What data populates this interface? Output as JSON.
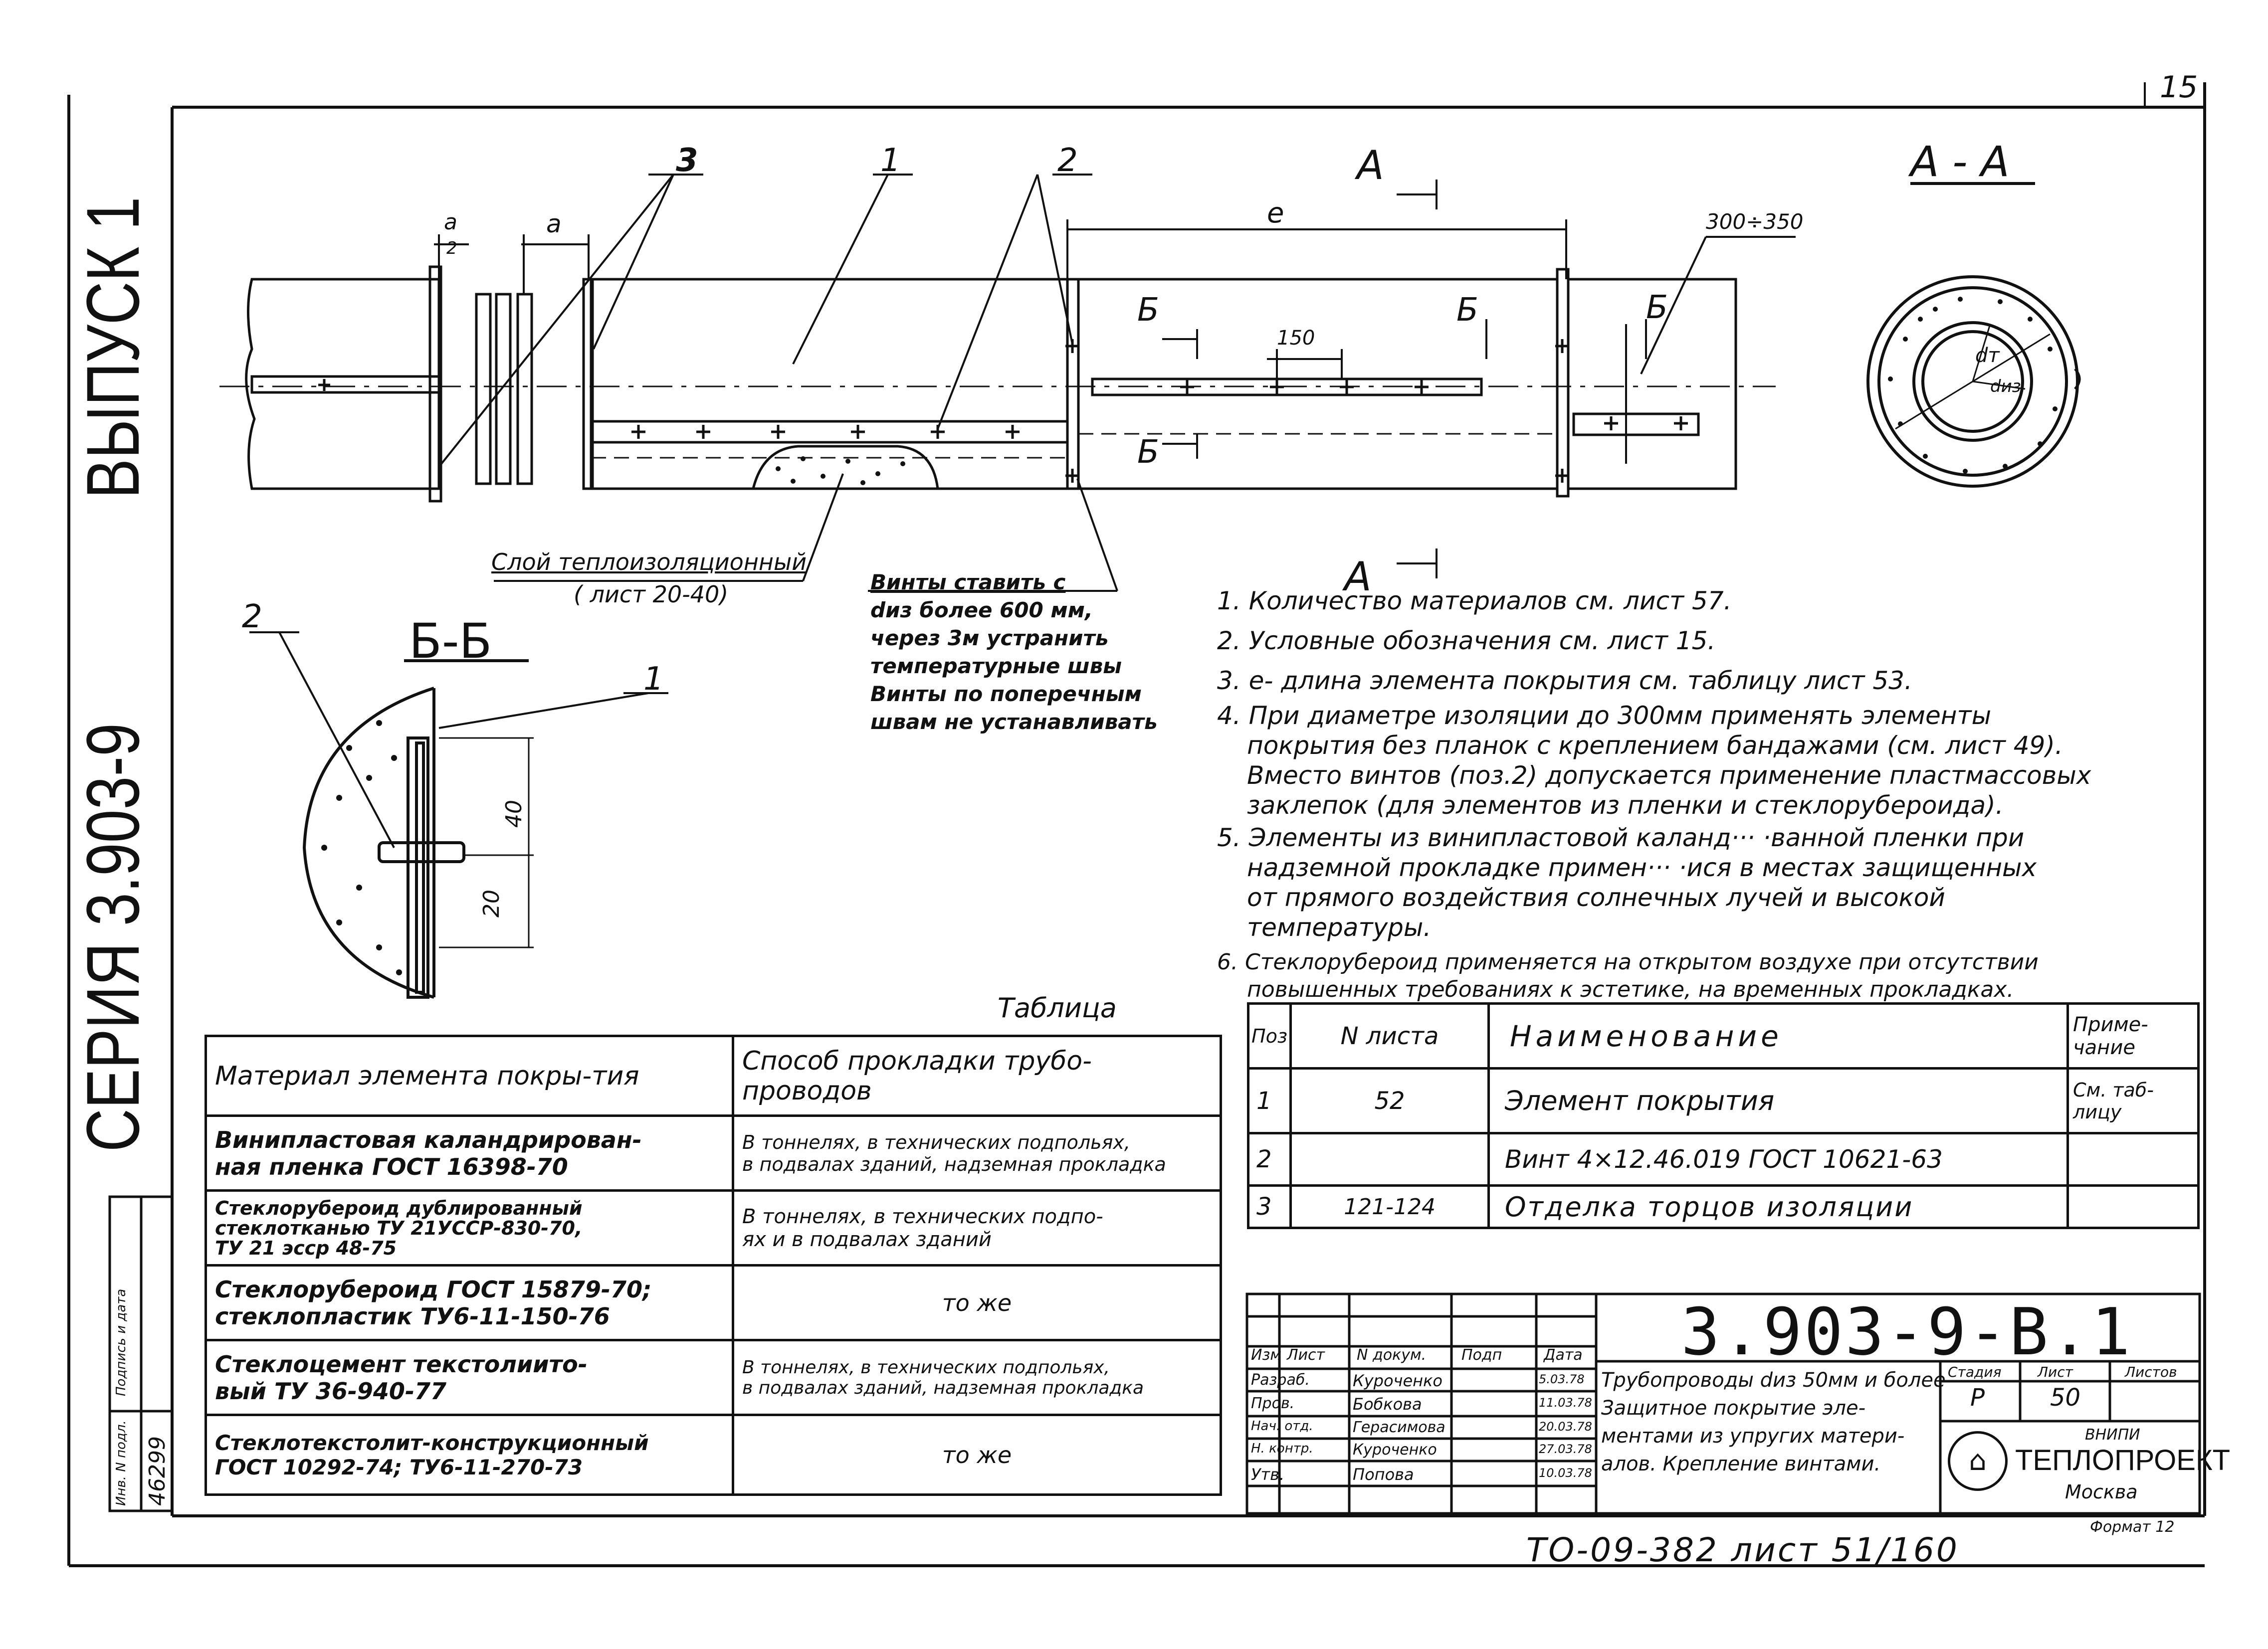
{
  "page": {
    "top_number": "15",
    "format_label": "Формат 12",
    "sheet_ref": "ТО-09-382 лист 51/160"
  },
  "series_vertical": {
    "vypusk": "ВЫПУСК 1",
    "seriya": "СЕРИЯ 3.903-9"
  },
  "left_stamp": {
    "labels": [
      "Инв. N подл.",
      "Подпись и дата"
    ],
    "inv_number": "46299"
  },
  "drawing": {
    "labels": {
      "pos1": "1",
      "pos2": "2",
      "pos3": "3",
      "dim_a_half": "a",
      "dim_a_half_den": "2",
      "dim_a": "a",
      "dim_e": "e",
      "section_a_top": "A",
      "section_a_bottom": "A",
      "section_aa": "A - A",
      "section_b1": "Б",
      "section_b2": "Б",
      "section_b3": "Б",
      "section_b4": "Б",
      "dim_150": "150",
      "dim_300_350": "300÷350",
      "dt": "dт",
      "diz": "dиз",
      "bb_title": "Б-Б",
      "bb_pos2": "2",
      "bb_pos1": "1",
      "bb_dim40": "40",
      "bb_dim20": "20"
    },
    "callout_insulation": {
      "line1": "Слой теплоизоляционный",
      "line2": "( лист 20-40)"
    },
    "callout_screws": [
      "Винты ставить с",
      "dиз более 600 мм,",
      "через 3м устранить",
      "температурные швы",
      "Винты по поперечным",
      "швам не устанавливать"
    ]
  },
  "notes": [
    "1. Количество материалов см. лист 57.",
    "2. Условные обозначения см. лист 15.",
    "3. e- длина элемента покрытия см. таблицу лист 53.",
    "4. При диаметре изоляции до 300мм применять элементы",
    "покрытия без планок с креплением бандажами (см. лист 49).",
    "Вместо винтов (поз.2) допускается применение пластмассовых",
    "заклепок (для элементов из пленки и стеклорубероида).",
    "5. Элементы из винипластовой каланд··· ·ванной пленки при",
    "надземной прокладке примен··· ·ися в местах защищенных",
    "от прямого воздействия солнечных лучей и высокой",
    "температуры.",
    "6. Стеклорубероид применяется на открытом воздухе при отсутствии",
    "повышенных требованиях к эстетике, на временных прокладках."
  ],
  "materials_table": {
    "title": "Таблица",
    "headers": [
      "Материал элемента покры-тия",
      "Способ прокладки трубо-проводов"
    ],
    "rows": [
      {
        "material": [
          "Винипластовая каландрирован-",
          "ная пленка ГОСТ 16398-70"
        ],
        "method": [
          "В тоннелях, в технических подпольях,",
          "в подвалах зданий, надземная прокладка"
        ]
      },
      {
        "material": [
          "Стеклорубероид дублированный",
          "стеклотканью ТУ 21УССР-830-70,",
          "ТУ 21 эсср 48-75"
        ],
        "method": [
          "В тоннелях, в технических подпо-",
          "ях и в подвалах зданий"
        ]
      },
      {
        "material": [
          "Стеклорубероид ГОСТ 15879-70;",
          "стеклопластик ТУ6-11-150-76"
        ],
        "method": [
          "то же"
        ]
      },
      {
        "material": [
          "Стеклоцемент текстолиито-",
          "вый ТУ 36-940-77"
        ],
        "method": [
          "В тоннелях, в технических подпольях,",
          "в подвалах зданий, надземная прокладка"
        ]
      },
      {
        "material": [
          "Стеклотекстолит-конструкционный",
          "ГОСТ 10292-74; ТУ6-11-270-73"
        ],
        "method": [
          "то же"
        ]
      }
    ]
  },
  "spec_table": {
    "headers": [
      "Поз",
      "N листа",
      "Наименование",
      "Приме-чание"
    ],
    "rows": [
      {
        "pos": "1",
        "sheet": "52",
        "name": "Элемент покрытия",
        "note": "См. таб-лицу"
      },
      {
        "pos": "2",
        "sheet": "",
        "name": "Винт 4×12.46.019 ГОСТ 10621-63",
        "note": ""
      },
      {
        "pos": "3",
        "sheet": "121-124",
        "name": "Отделка торцов изоляции",
        "note": ""
      }
    ]
  },
  "title_block": {
    "code": "3.903-9-В.1",
    "title_lines": [
      "Трубопроводы dиз 50мм и более",
      "Защитное покрытие эле-",
      "ментами из упругих матери-",
      "алов. Крепление винтами."
    ],
    "col_headers": [
      "Изм",
      "Лист",
      "N докум.",
      "Подп",
      "Дата"
    ],
    "signers": [
      {
        "role": "Разраб.",
        "name": "Курoченко",
        "date": "5.03.78"
      },
      {
        "role": "Пров.",
        "name": "Бобкова",
        "date": "11.03.78"
      },
      {
        "role": "Нач. отд.",
        "name": "Герасимова",
        "date": "20.03.78"
      },
      {
        "role": "Н. контр.",
        "name": "Курoченко",
        "date": "27.03.78"
      },
      {
        "role": "Утв.",
        "name": "Попова",
        "date": "10.03.78"
      }
    ],
    "stage_headers": [
      "Стадия",
      "Лист",
      "Листов"
    ],
    "stage": "Р",
    "sheet": "50",
    "org_top": "ВНИПИ",
    "org_name": "ТЕПЛОПРОЕКТ",
    "org_city": "Москва"
  }
}
